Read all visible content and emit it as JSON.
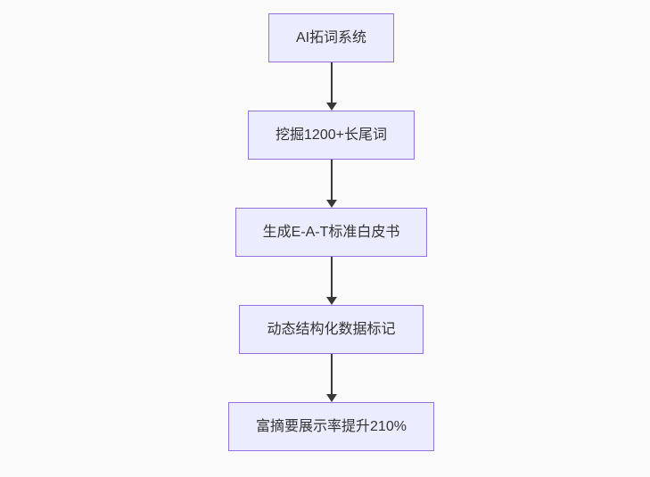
{
  "page": {
    "background_color": "#fafafa"
  },
  "diagram": {
    "type": "flowchart",
    "direction": "top-down",
    "style": {
      "node_fill": "#ECECFF",
      "node_border": "#9370DB",
      "arrow_color": "#383838",
      "text_color": "#333333"
    },
    "nodes": [
      {
        "id": "n1",
        "label": "AI拓词系统"
      },
      {
        "id": "n2",
        "label": "挖掘1200+长尾词"
      },
      {
        "id": "n3",
        "label": "生成E-A-T标准白皮书"
      },
      {
        "id": "n4",
        "label": "动态结构化数据标记"
      },
      {
        "id": "n5",
        "label": "富摘要展示率提升210%"
      }
    ],
    "edges": [
      {
        "from": "n1",
        "to": "n2",
        "arrow": "down"
      },
      {
        "from": "n2",
        "to": "n3",
        "arrow": "down"
      },
      {
        "from": "n3",
        "to": "n4",
        "arrow": "down"
      },
      {
        "from": "n4",
        "to": "n5",
        "arrow": "down"
      }
    ]
  }
}
